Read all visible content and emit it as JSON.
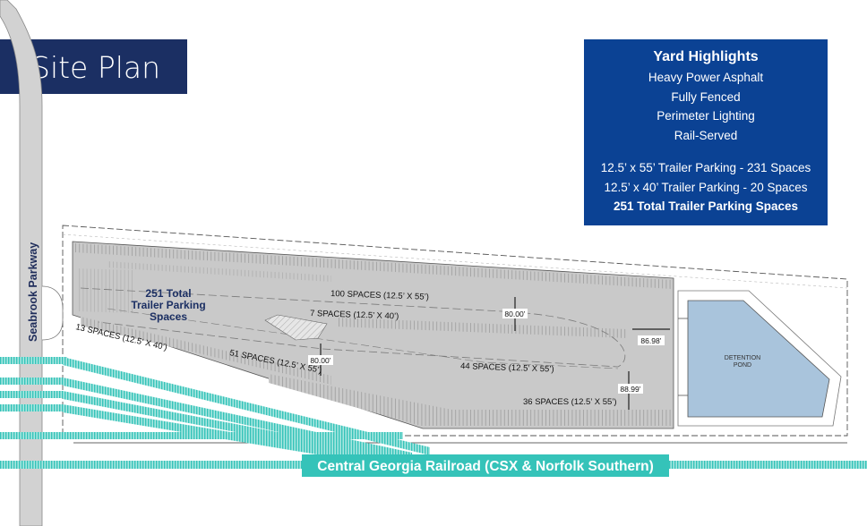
{
  "title": "Site Plan",
  "highlights": {
    "heading": "Yard Highlights",
    "features": [
      "Heavy Power Asphalt",
      "Fully Fenced",
      "Perimeter Lighting",
      "Rail-Served"
    ],
    "parking": [
      "12.5’ x 55’ Trailer Parking - 231 Spaces",
      "12.5’ x 40’ Trailer Parking - 20 Spaces"
    ],
    "total": "251 Total Trailer Parking Spaces"
  },
  "road_label": "Seabrook Parkway",
  "railroad_label": "Central Georgia Railroad (CSX & Norfolk Southern)",
  "lot_total_label": [
    "251 Total",
    "Trailer Parking",
    "Spaces"
  ],
  "rows": {
    "row_100": "100 SPACES (12.5’ X 55’)",
    "row_7": "7 SPACES (12.5’ X 40’)",
    "row_13": "13 SPACES (12.5’ X 40’)",
    "row_51": "51 SPACES (12.5’ X 55’)",
    "row_44": "44 SPACES (12.5’ X 55’)",
    "row_36": "36 SPACES (12.5’ X 55’)"
  },
  "dimensions": {
    "d1": "80.00’",
    "d2": "80.00’",
    "d3": "86.98’",
    "d4": "88.99’"
  },
  "pond_label": [
    "DETENTION",
    "POND"
  ],
  "colors": {
    "title_bg": "#1b2f63",
    "highlights_bg": "#0b4294",
    "lot": "#c9c9c9",
    "pond": "#a9c4dc",
    "rail": "#35c3b9",
    "road": "#d2d2d2"
  }
}
